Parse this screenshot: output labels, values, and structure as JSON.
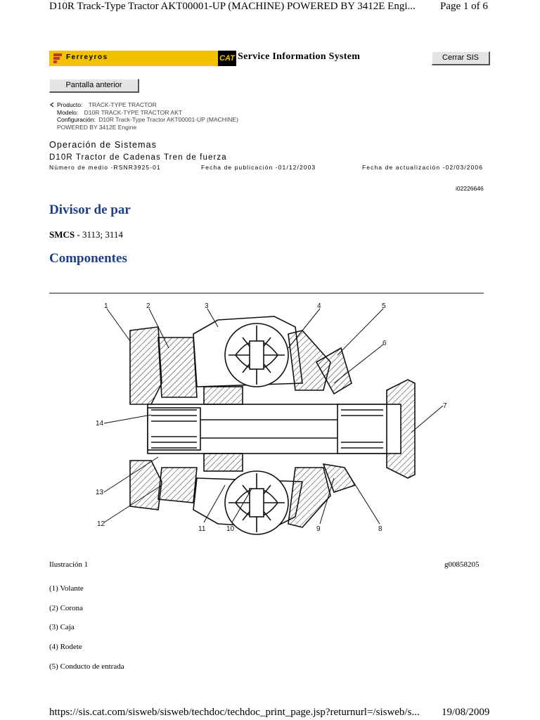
{
  "print_header": {
    "document_title": "D10R Track-Type Tractor AKT00001-UP (MACHINE) POWERED BY 3412E Engi...",
    "page_indicator": "Page 1 of 6"
  },
  "banner": {
    "dealer_name": "Ferreyros",
    "cat_logo": "CAT",
    "system_title": "Service Information System",
    "close_button": "Cerrar SIS",
    "brand_color": "#f2c200"
  },
  "nav": {
    "back_button": "Pantalla anterior",
    "back_icon": "chevron-left-icon"
  },
  "breadcrumb": {
    "product_label": "Producto:",
    "product_value": "TRACK-TYPE TRACTOR",
    "model_label": "Modelo:",
    "model_value": "D10R TRACK-TYPE TRACTOR AKT",
    "config_label": "Configuración:",
    "config_value": "D10R Track-Type Tractor AKT00001-UP (MACHINE)",
    "config_value_line2": "POWERED BY 3412E Engine"
  },
  "document": {
    "section": "Operación de Sistemas",
    "subtitle": "D10R Tractor de Cadenas Tren de fuerza",
    "media_number": "Número de medio -RSNR3925-01",
    "publish_date": "Fecha de publicación -01/12/2003",
    "update_date": "Fecha de actualización -02/03/2006",
    "doc_id": "i02226646",
    "title": "Divisor de par",
    "smcs_label": "SMCS -",
    "smcs_codes": "3113; 3114",
    "components_heading": "Componentes",
    "heading_color": "#1f3f8a"
  },
  "figure": {
    "caption_left": "Ilustración 1",
    "caption_right": "g00858205",
    "callouts": [
      "1",
      "2",
      "3",
      "4",
      "5",
      "6",
      "7",
      "8",
      "9",
      "10",
      "11",
      "12",
      "13",
      "14"
    ]
  },
  "components": [
    "(1) Volante",
    "(2) Corona",
    "(3) Caja",
    "(4) Rodete",
    "(5) Conducto de entrada"
  ],
  "print_footer": {
    "url": "https://sis.cat.com/sisweb/sisweb/techdoc/techdoc_print_page.jsp?returnurl=/sisweb/s...",
    "date": "19/08/2009"
  }
}
